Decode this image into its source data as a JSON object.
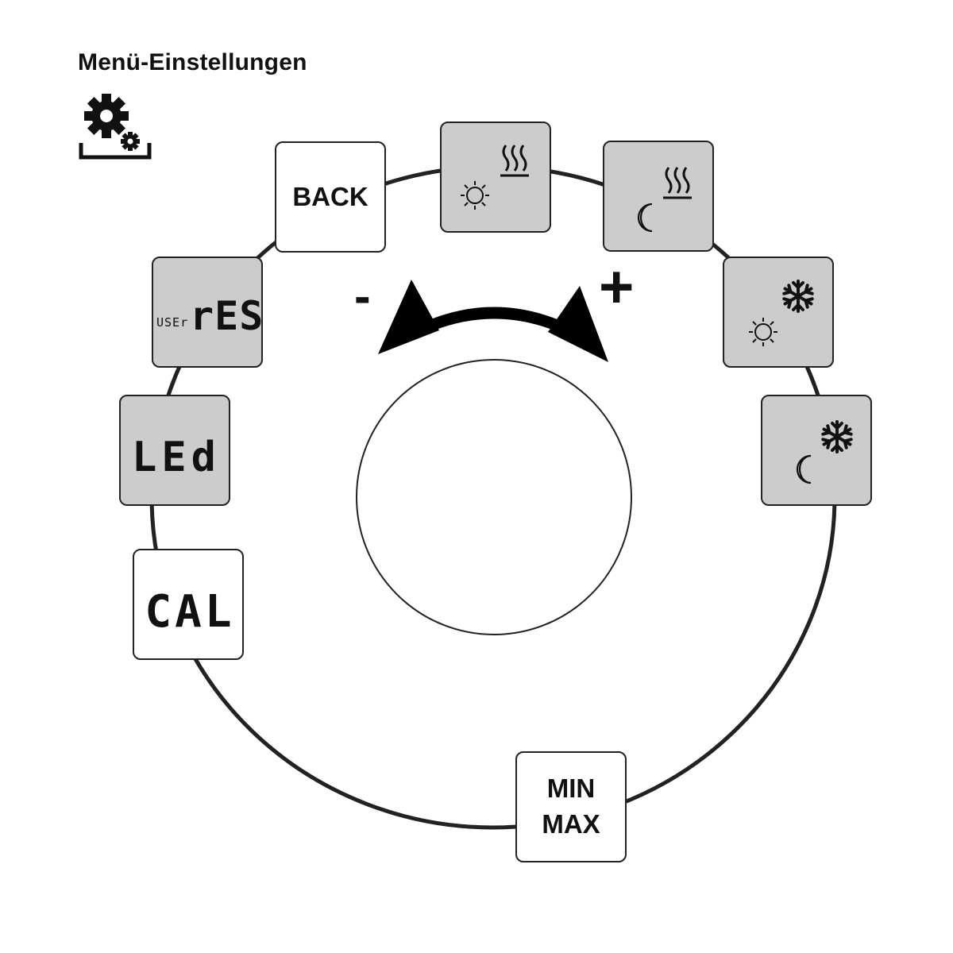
{
  "header": {
    "title": "Menü-Einstellungen",
    "icon": "settings-gears-icon"
  },
  "dial": {
    "minus_label": "-",
    "plus_label": "+"
  },
  "menu_items": [
    {
      "id": "back",
      "label": "BACK",
      "style": "white"
    },
    {
      "id": "comfort-heat-day",
      "icon": "sun-heating-icon",
      "style": "gray"
    },
    {
      "id": "comfort-heat-night",
      "icon": "moon-heating-icon",
      "style": "gray"
    },
    {
      "id": "frost-day",
      "icon": "sun-snowflake-icon",
      "style": "gray"
    },
    {
      "id": "frost-night",
      "icon": "moon-snowflake-icon",
      "style": "gray"
    },
    {
      "id": "min-max",
      "label_line1": "MIN",
      "label_line2": "MAX",
      "style": "white"
    },
    {
      "id": "cal",
      "display": "CAL",
      "style": "white"
    },
    {
      "id": "led",
      "display": "LEd",
      "style": "gray"
    },
    {
      "id": "user-res",
      "display_small": "USEr",
      "display": "rES",
      "style": "gray"
    }
  ],
  "colors": {
    "tile_gray": "#cccccc",
    "tile_white": "#ffffff",
    "stroke": "#222222"
  }
}
